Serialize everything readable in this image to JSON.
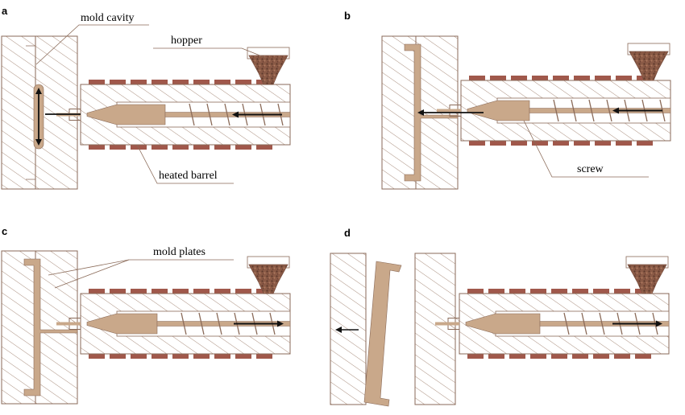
{
  "panels": [
    {
      "letter": "a"
    },
    {
      "letter": "b"
    },
    {
      "letter": "c"
    },
    {
      "letter": "d"
    }
  ],
  "callouts": {
    "mold_cavity": "mold cavity",
    "hopper": "hopper",
    "heated_barrel": "heated barrel",
    "screw": "screw",
    "mold_plates": "mold plates"
  },
  "colors": {
    "outline": "#8a6a58",
    "hatch": "#9a7c6a",
    "material": "#c9a88a",
    "heater": "#a0584b",
    "pellets": "#7a5040",
    "arrow": "#111111"
  }
}
